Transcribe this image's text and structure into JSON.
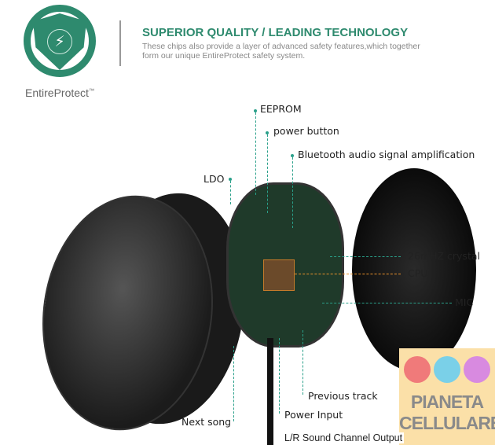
{
  "header": {
    "brand": "EntireProtect",
    "trademark": "™",
    "headline": "SUPERIOR QUALITY / LEADING TECHNOLOGY",
    "description": "These chips also provide a layer of advanced safety features,which together form our unique EntireProtect safety system."
  },
  "labels": {
    "eeprom": "EEPROM",
    "power_button": "power button",
    "bluetooth": "Bluetooth audio signal amplification",
    "ldo": "LDO",
    "crystal": "26mHZ crystal",
    "cpu": "CPU",
    "mic": "MIC",
    "previous_track": "Previous track",
    "power_input": "Power Input",
    "next_song": "Next song",
    "lr_output": "L/R Sound Channel Output"
  },
  "watermark": {
    "text": "PIANETA CELLULARE"
  },
  "colors": {
    "accent": "#2e8a6e",
    "cpu_line": "#e8902a"
  }
}
